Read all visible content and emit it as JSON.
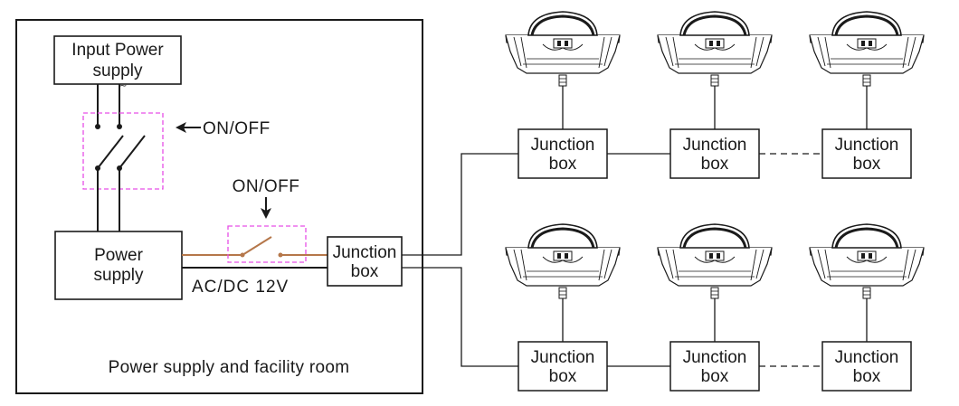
{
  "room": {
    "caption": "Power supply and facility room"
  },
  "input_supply": {
    "line1": "Input Power",
    "line2": "supply"
  },
  "power_supply": {
    "line1": "Power",
    "line2": "supply"
  },
  "switch_main": {
    "label": "ON/OFF"
  },
  "switch_secondary": {
    "label": "ON/OFF"
  },
  "voltage": {
    "label": "AC/DC 12V"
  },
  "junction_main": {
    "line1": "Junction",
    "line2": "box"
  },
  "junction_label": {
    "line1": "Junction",
    "line2": "box"
  },
  "colors": {
    "dashed_switch_box": "#e64fe6",
    "live_wire": "#b5774a",
    "line": "#1a1a1a"
  },
  "icons": {
    "lamp": "underwater-light-icon",
    "arrow": "arrow-left-icon"
  }
}
